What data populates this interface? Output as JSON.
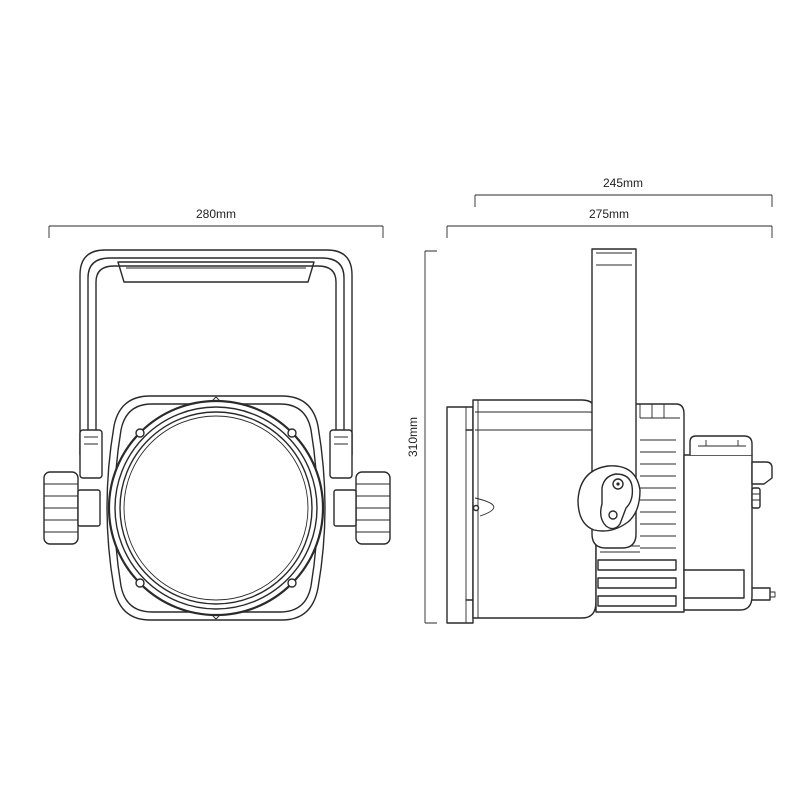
{
  "dimensions": {
    "front_width": "280mm",
    "side_depth_short": "245mm",
    "side_depth_full": "275mm",
    "height": "310mm"
  },
  "colors": {
    "line": "#2a2a2a",
    "background": "#ffffff"
  }
}
